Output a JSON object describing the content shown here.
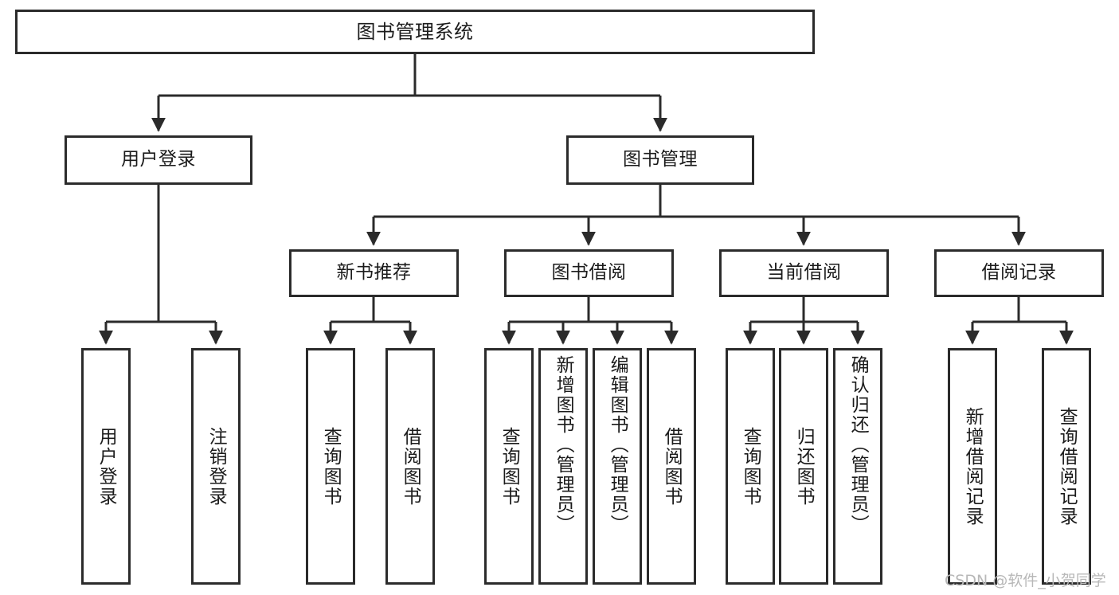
{
  "diagram": {
    "title": "图书管理系统",
    "type": "hierarchy-tree",
    "watermark": "CSDN @软件_小贺同学",
    "colors": {
      "border": "#2b2b2b",
      "background": "#ffffff",
      "text": "#1b1b1b",
      "watermark": "#b8b8b8"
    },
    "nodes": {
      "root": {
        "label": "图书管理系统"
      },
      "level2": [
        {
          "label": "用户登录"
        },
        {
          "label": "图书管理"
        }
      ],
      "level3": [
        {
          "label": "新书推荐"
        },
        {
          "label": "图书借阅"
        },
        {
          "label": "当前借阅"
        },
        {
          "label": "借阅记录"
        }
      ],
      "leaves_user_login": [
        {
          "label": "用户登录"
        },
        {
          "label": "注销登录"
        }
      ],
      "leaves_new_book": [
        {
          "label": "查询图书"
        },
        {
          "label": "借阅图书"
        }
      ],
      "leaves_borrow": [
        {
          "label": "查询图书"
        },
        {
          "label": "新增图书（管理员）"
        },
        {
          "label": "编辑图书（管理员）"
        },
        {
          "label": "借阅图书"
        }
      ],
      "leaves_current": [
        {
          "label": "查询图书"
        },
        {
          "label": "归还图书"
        },
        {
          "label": "确认归还（管理员）"
        }
      ],
      "leaves_records": [
        {
          "label": "新增借阅记录"
        },
        {
          "label": "查询借阅记录"
        }
      ]
    }
  }
}
